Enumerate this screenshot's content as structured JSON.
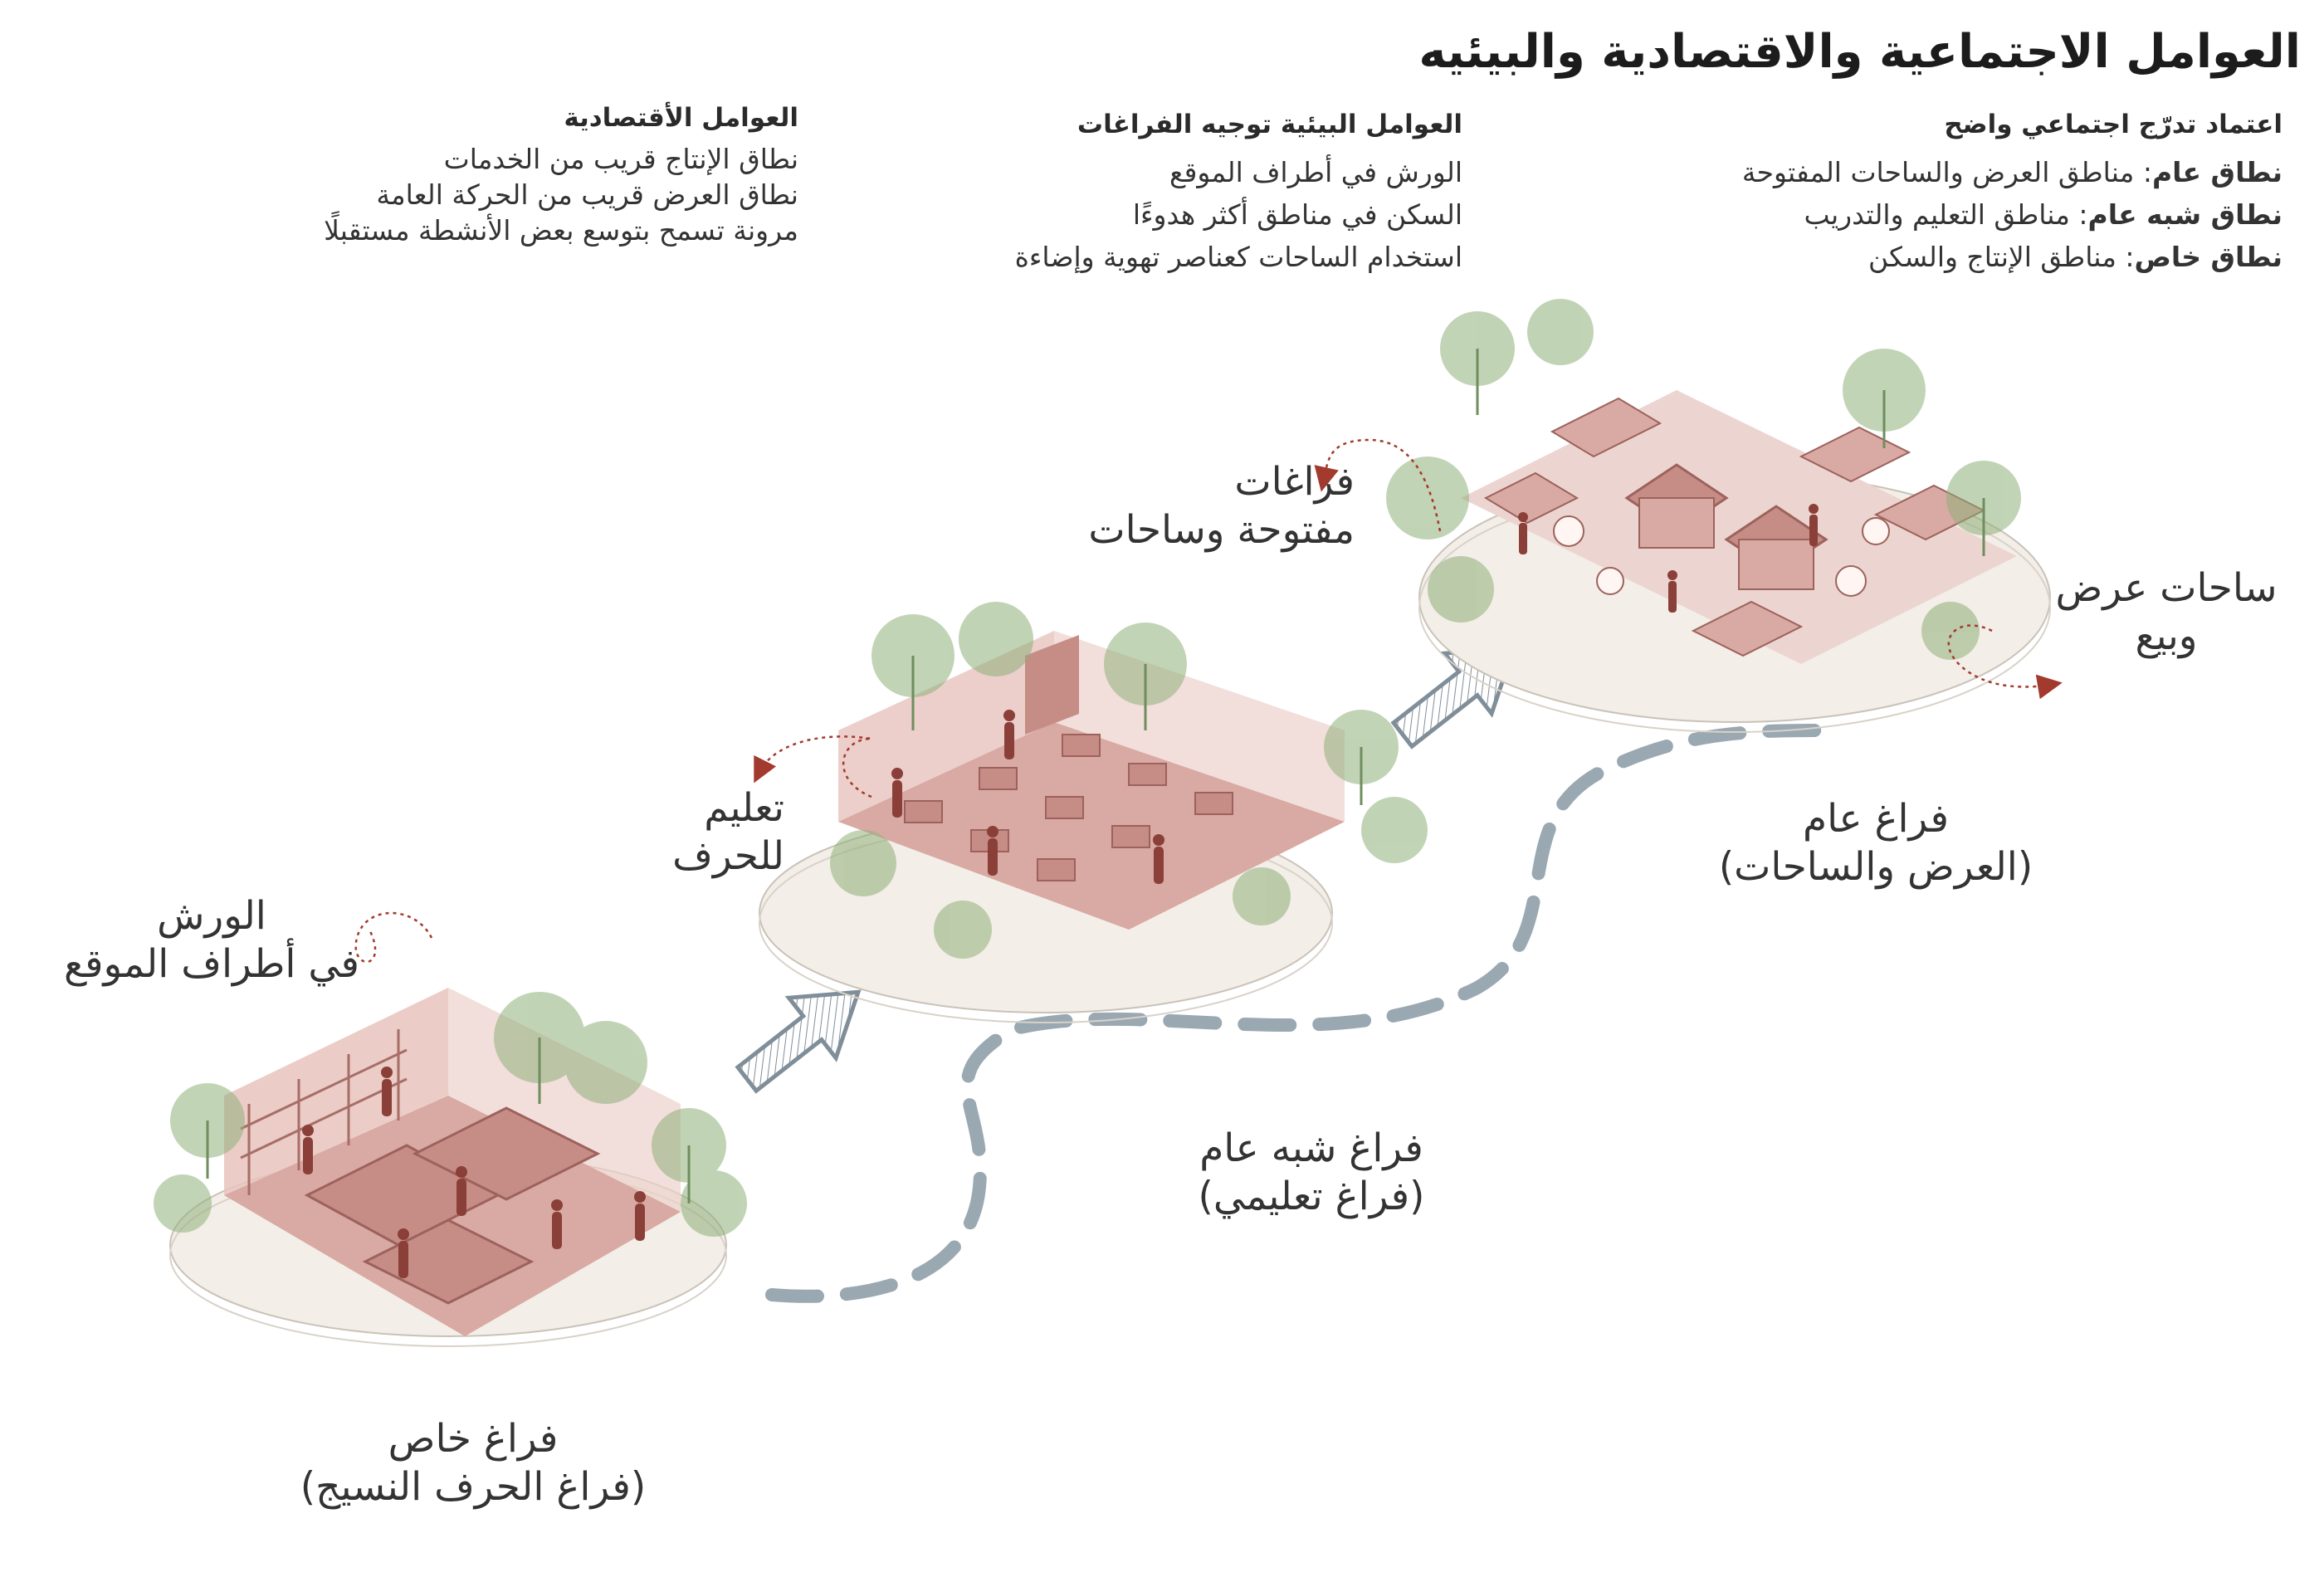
{
  "title": "العوامل الاجتماعية والاقتصادية والبيئيه",
  "columns": {
    "social": {
      "heading": "اعتماد تدرّج اجتماعي واضح",
      "lines": [
        {
          "bold": "نطاق عام",
          "text": ": مناطق العرض والساحات المفتوحة"
        },
        {
          "bold": "نطاق شبه عام",
          "text": ": مناطق التعليم والتدريب"
        },
        {
          "bold": "نطاق خاص",
          "text": ": مناطق الإنتاج والسكن"
        }
      ]
    },
    "environmental": {
      "heading": "العوامل البيئية توجيه الفراغات",
      "lines": [
        "الورش في أطراف الموقع",
        "السكن في مناطق أكثر هدوءًا",
        "استخدام الساحات كعناصر تهوية وإضاءة"
      ]
    },
    "economic": {
      "heading": "العوامل الأقتصادية",
      "lines": [
        "نطاق الإنتاج قريب من الخدمات",
        "نطاق العرض قريب من الحركة العامة",
        "مرونة تسمح بتوسع بعض الأنشطة مستقبلًا"
      ]
    }
  },
  "labels": {
    "workshops": [
      "الورش",
      "في أطراف الموقع"
    ],
    "teaching": [
      "تعليم",
      "للحرف"
    ],
    "open_spaces": [
      "فراغات",
      "مفتوحة وساحات"
    ],
    "display": [
      "ساحات عرض",
      "وبيع"
    ],
    "private": [
      "فراغ خاص",
      "(فراغ الحرف النسيج)"
    ],
    "semi_public": [
      "فراغ شبه عام",
      "(فراغ تعليمي)"
    ],
    "public": [
      "فراغ عام",
      "(العرض والساحات)"
    ]
  },
  "colors": {
    "building": "#d9a9a3",
    "building_dark": "#b97f78",
    "person": "#8a3f38",
    "tree": "#8fb07a",
    "ground": "#f3eee7",
    "path": "#9aa8b2",
    "callout": "#a33a2e"
  }
}
